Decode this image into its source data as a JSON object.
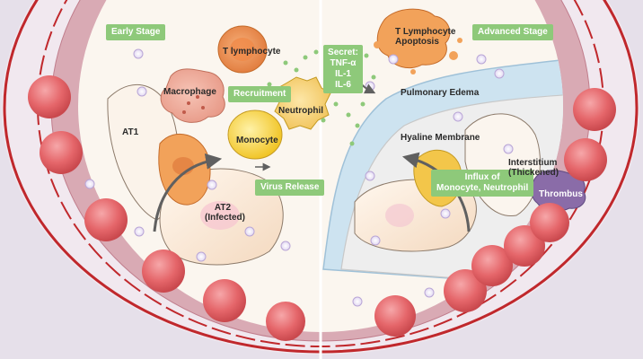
{
  "stages": {
    "early": "Early Stage",
    "advanced": "Advanced Stage"
  },
  "events": {
    "recruitment": "Recruitment",
    "virus_release": "Virus Release",
    "secret_lines": [
      "Secret:",
      "TNF-α",
      "IL-1",
      "IL-6"
    ],
    "influx_line1": "Influx of",
    "influx_line2": "Monocyte, Neutrophil"
  },
  "cells": {
    "t_lymphocyte": "T lymphocyte",
    "macrophage": "Macrophage",
    "neutrophil": "Neutrophil",
    "monocyte": "Monocyte",
    "at1": "AT1",
    "at2_line1": "AT2",
    "at2_line2": "(Infected)",
    "t_apoptosis_line1": "T Lymphocyte",
    "t_apoptosis_line2": "Apoptosis",
    "thrombus": "Thrombus"
  },
  "structures": {
    "pulmonary_edema": "Pulmonary Edema",
    "hyaline_membrane": "Hyaline Membrane",
    "interstitium_line1": "Interstitium",
    "interstitium_line2": "(Thickened)"
  },
  "colors": {
    "tag_green": "#8ec97a",
    "vessel_red": "#c0282c",
    "rbc": "#e5666a",
    "interstitium_pink": "#d9aab4",
    "edema_blue": "#cde3f0",
    "background_lilac": "#e6e0ea"
  }
}
